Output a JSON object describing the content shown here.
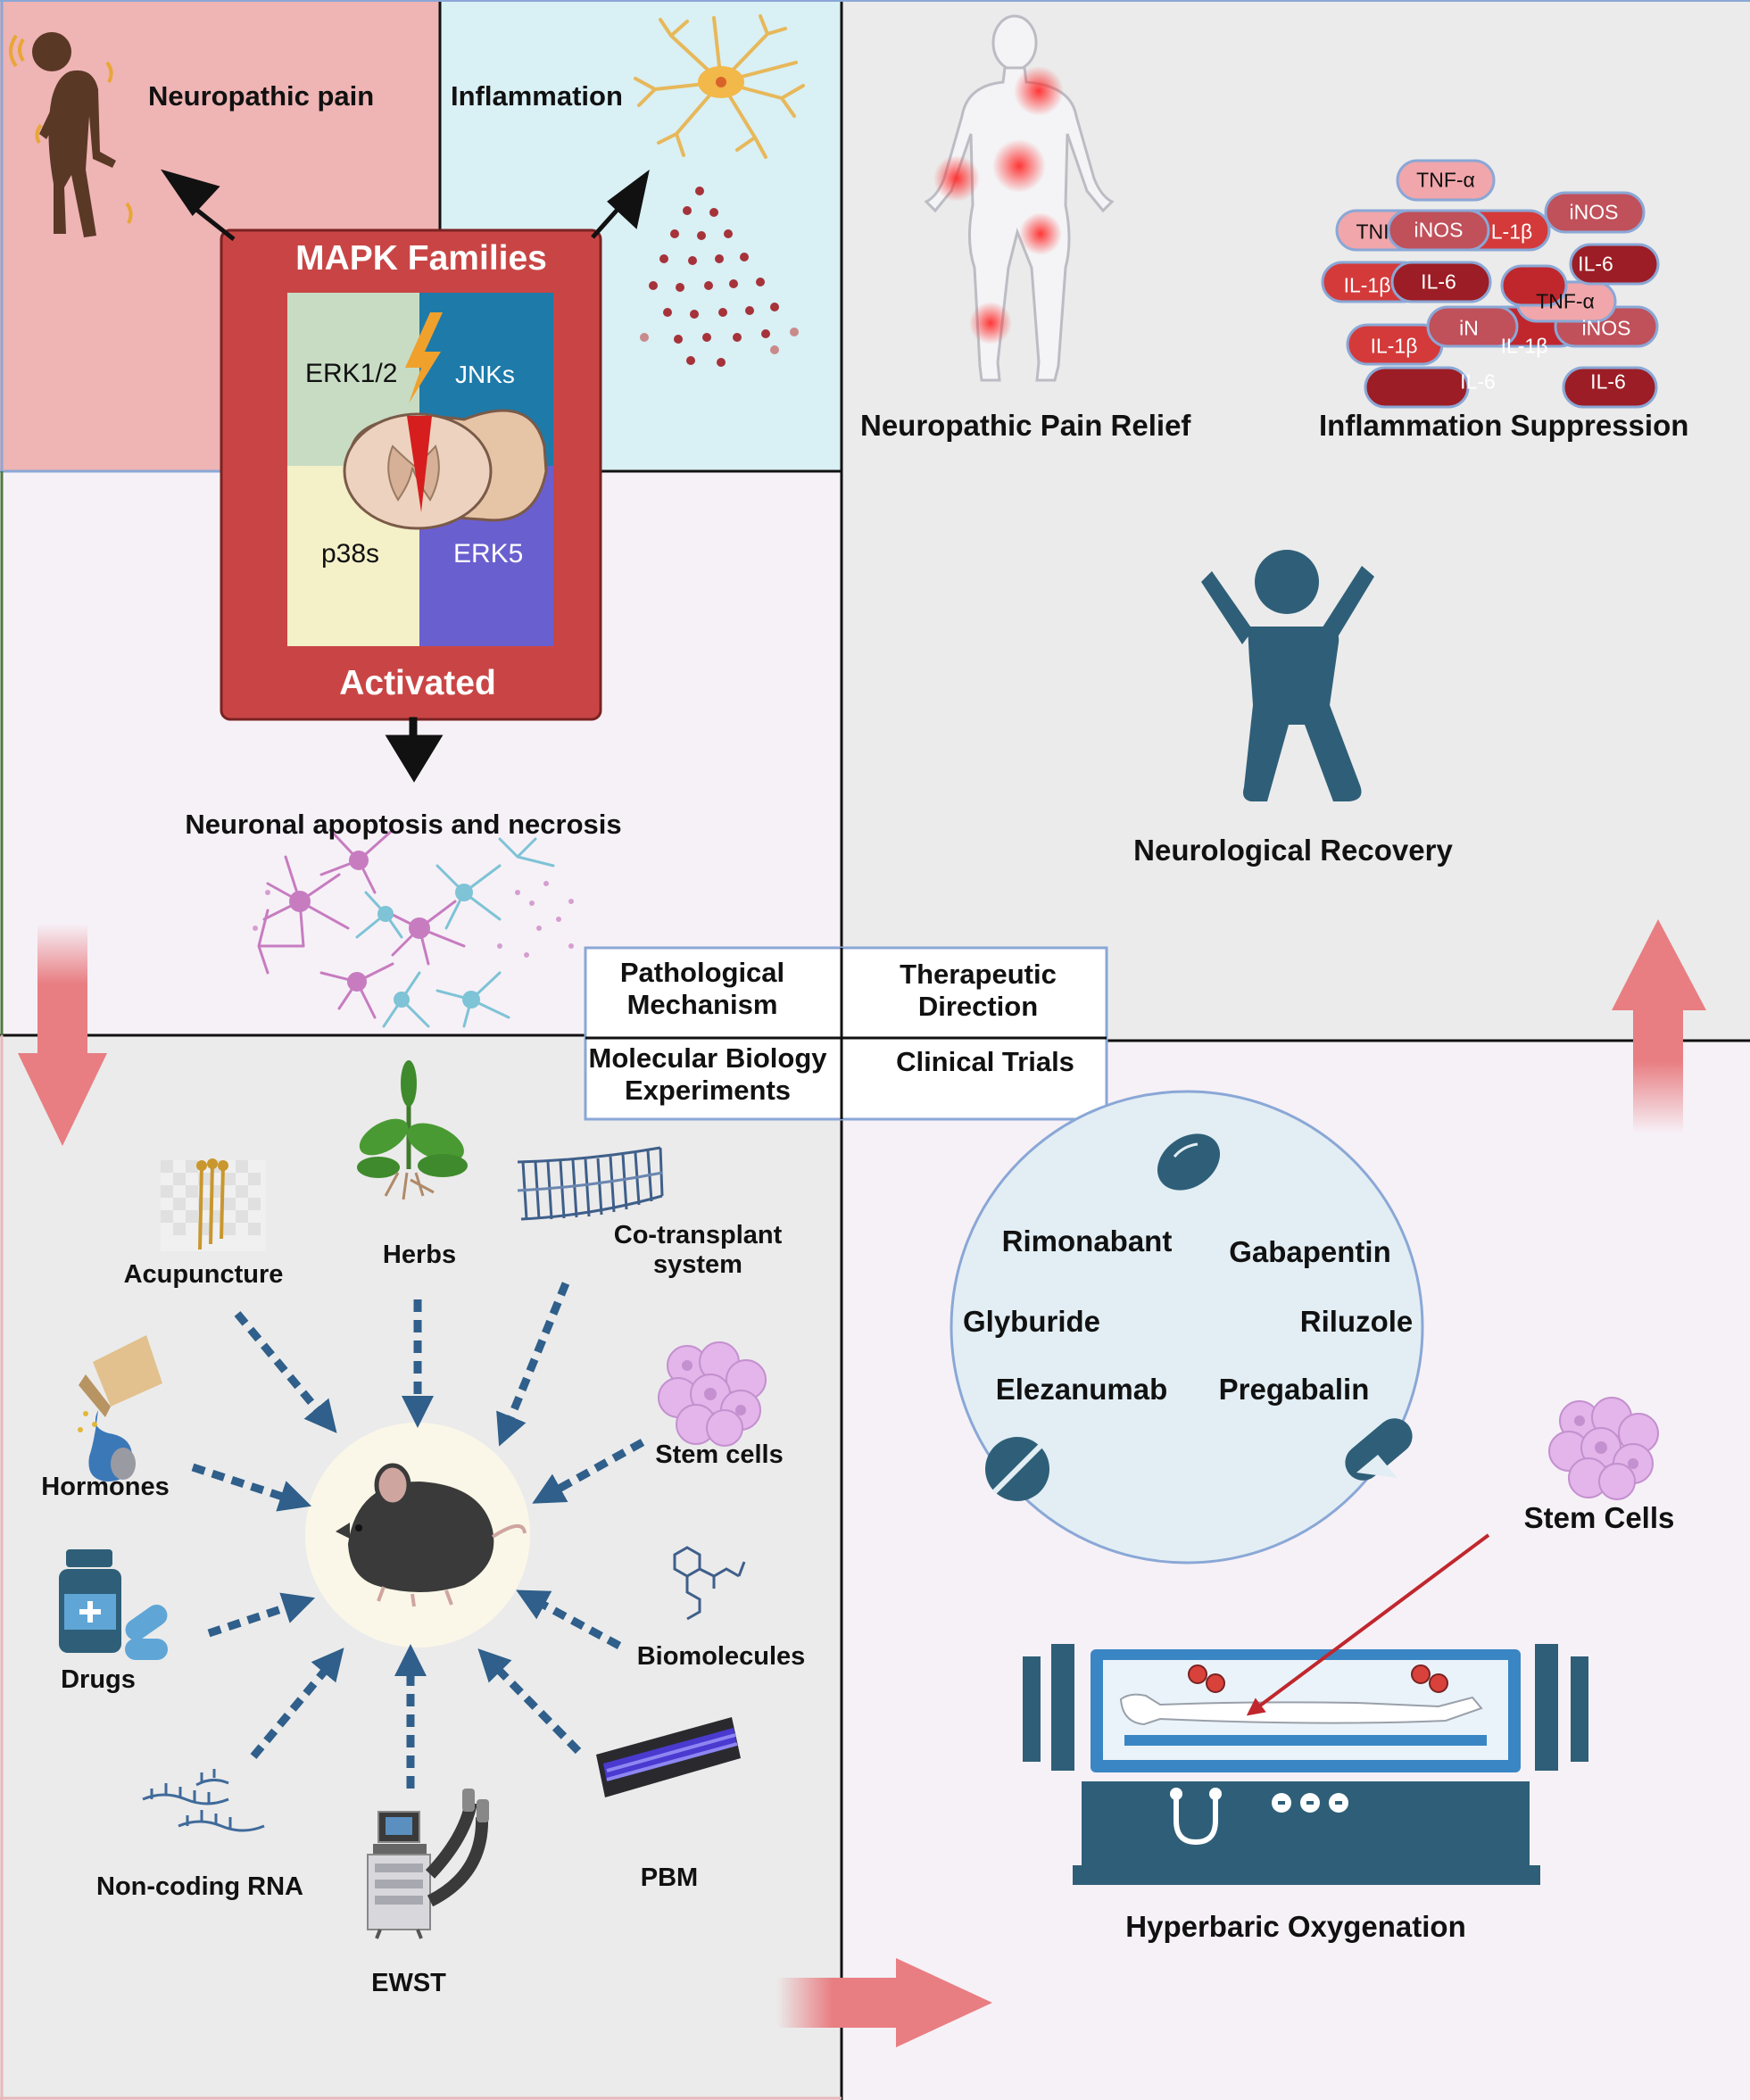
{
  "quadrants": {
    "top_left": {
      "neuropathic_pain": "Neuropathic pain",
      "inflammation": "Inflammation",
      "mapk": {
        "title": "MAPK Families",
        "erk12": "ERK1/2",
        "jnks": "JNKs",
        "p38s": "p38s",
        "erk5": "ERK5",
        "status": "Activated"
      },
      "apoptosis": "Neuronal apoptosis and necrosis"
    },
    "top_right": {
      "pain_relief": "Neuropathic Pain Relief",
      "inflammation_suppression": "Inflammation Suppression",
      "neurological_recovery": "Neurological Recovery",
      "cytokines": {
        "tnf_a": "TNF-α",
        "tni": "TNI",
        "inos": "iNOS",
        "il1b": "IL-1β",
        "il6": "IL-6",
        "il1b_cut": "L-1β",
        "il1b_short": "IL-1β",
        "inc": "iN",
        "tnf_cut": "TNF-α"
      }
    },
    "center": {
      "pathological_mechanism": "Pathological Mechanism",
      "therapeutic_direction": "Therapeutic Direction",
      "molecular_biology": "Molecular Biology Experiments",
      "clinical_trials": "Clinical Trials"
    },
    "bottom_left": {
      "acupuncture": "Acupuncture",
      "herbs": "Herbs",
      "co_transplant": "Co-transplant system",
      "hormones": "Hormones",
      "stem_cells": "Stem cells",
      "drugs": "Drugs",
      "biomolecules": "Biomolecules",
      "non_coding_rna": "Non-coding RNA",
      "ewst": "EWST",
      "pbm": "PBM"
    },
    "bottom_right": {
      "drugs": [
        "Rimonabant",
        "Gabapentin",
        "Glyburide",
        "Riluzole",
        "Elezanumab",
        "Pregabalin"
      ],
      "stem_cells": "Stem Cells",
      "hyperbaric": "Hyperbaric Oxygenation"
    }
  },
  "colors": {
    "pain_panel": "#efb4b4",
    "inflammation_panel": "#d9f0f4",
    "mapk_red": "#c94545",
    "mapk_green": "#c8dcc4",
    "mapk_blue": "#1e7aa9",
    "mapk_yellow": "#f4f0c8",
    "mapk_purple": "#6a5fcf",
    "grey_panel": "#ebebeb",
    "lavender_panel": "#f6f1f7",
    "steel_blue": "#2f5f78",
    "arrow_pink": "#e87e82"
  }
}
